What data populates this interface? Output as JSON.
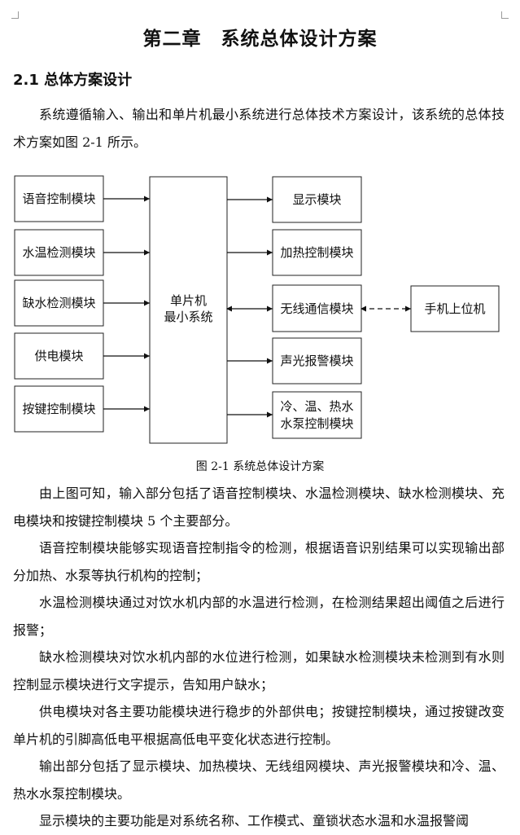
{
  "chapter_title": "第二章　系统总体设计方案",
  "section_title": "2.1 总体方案设计",
  "intro": "系统遵循输入、输出和单片机最小系统进行总体技术方案设计，该系统的总体技术方案如图 2-1 所示。",
  "diagram": {
    "inputs": [
      "语音控制模块",
      "水温检测模块",
      "缺水检测模块",
      "供电模块",
      "按键控制模块"
    ],
    "mcu_line1": "单片机",
    "mcu_line2": "最小系统",
    "outputs": [
      "显示模块",
      "加热控制模块",
      "无线通信模块",
      "声光报警模块"
    ],
    "output_last_line1": "冷、温、热水",
    "output_last_line2": "水泵控制模块",
    "phone": "手机上位机",
    "caption": "图 2-1  系统总体设计方案"
  },
  "paragraphs": [
    "由上图可知，输入部分包括了语音控制模块、水温检测模块、缺水检测模块、充电模块和按键控制模块 5 个主要部分。",
    "语音控制模块能够实现语音控制指令的检测，根据语音识别结果可以实现输出部分加热、水泵等执行机构的控制；",
    "水温检测模块通过对饮水机内部的水温进行检测，在检测结果超出阈值之后进行报警；",
    "缺水检测模块对饮水机内部的水位进行检测，如果缺水检测模块未检测到有水则控制显示模块进行文字提示，告知用户缺水；",
    "供电模块对各主要功能模块进行稳步的外部供电；按键控制模块，通过按键改变单片机的引脚高低电平根据高低电平变化状态进行控制。",
    "输出部分包括了显示模块、加热模块、无线组网模块、声光报警模块和冷、温、热水水泵控制模块。",
    "显示模块的主要功能是对系统名称、工作模式、童锁状态水温和水温报警阈"
  ]
}
